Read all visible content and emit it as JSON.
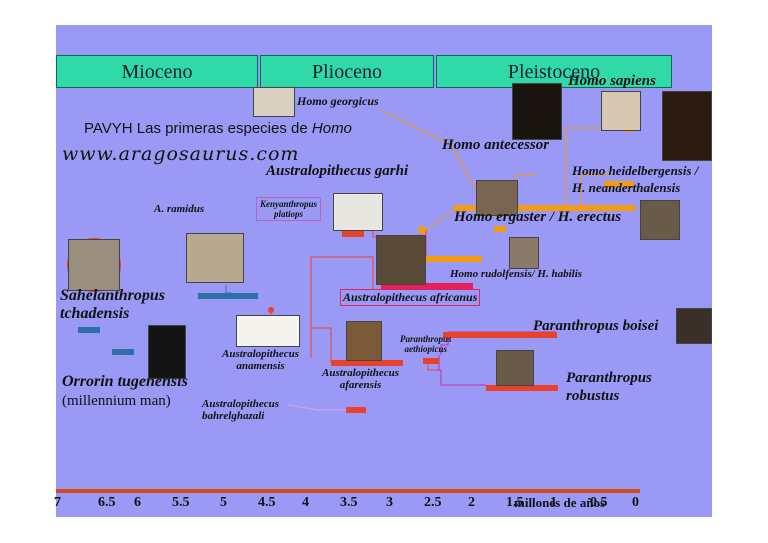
{
  "eras": [
    "Mioceno",
    "Plioceno",
    "Pleistoceno"
  ],
  "title_prefix": "PAVYH Las primeras especies de ",
  "title_genus": "Homo",
  "website": "www.aragosaurus.com",
  "species": {
    "homo_sapiens": "Homo sapiens",
    "homo_georgicus": "Homo georgicus",
    "homo_antecessor": "Homo antecessor",
    "homo_heidelbergensis": "Homo heidelbergensis /",
    "h_neanderthalensis": "H. neanderthalensis",
    "a_garhi": "Australopithecus garhi",
    "kenyanthropus_1": "Kenyanthropus",
    "kenyanthropus_2": "platiops",
    "a_ramidus": "A. ramidus",
    "homo_ergaster": "Homo ergaster / H. erectus",
    "homo_rudolfensis": "Homo rudolfensis/ H. habilis",
    "sahelanthropus_1": "Sahelanthropus",
    "sahelanthropus_2": "tchadensis",
    "a_africanus": "Australopithecus africanus",
    "p_boisei": "Paranthropus boisei",
    "p_aethiopicus_1": "Paranthropus",
    "p_aethiopicus_2": "aethiopicus",
    "a_anamensis_1": "Australopithecus",
    "a_anamensis_2": "anamensis",
    "a_afarensis_1": "Australopithecus",
    "a_afarensis_2": "afarensis",
    "p_robustus_1": "Paranthropus",
    "p_robustus_2": "robustus",
    "orrorin": "Orrorin tugenensis",
    "millennium": "(millennium man)",
    "a_bahrelghazali_1": "Australopithecus",
    "a_bahrelghazali_2": "bahrelghazali"
  },
  "axis": {
    "ticks": [
      "7",
      "6.5",
      "6",
      "5.5",
      "5",
      "4.5",
      "4",
      "3.5",
      "3",
      "2.5",
      "2",
      "1.5",
      "1",
      "0.5",
      "0"
    ],
    "label": "millones de años"
  },
  "colors": {
    "slide_bg": "#9a9af6",
    "era_bg": "#2fd9a8",
    "homo": "#f39c12",
    "australopith": "#e8412c",
    "robust": "#e8412c",
    "early": "#2f6fa8",
    "africanus": "#e8205a",
    "axis": "#d04a1a"
  },
  "icons": [
    "hominid-skull-photo",
    "hominid-fossil-photo",
    "time-axis"
  ]
}
